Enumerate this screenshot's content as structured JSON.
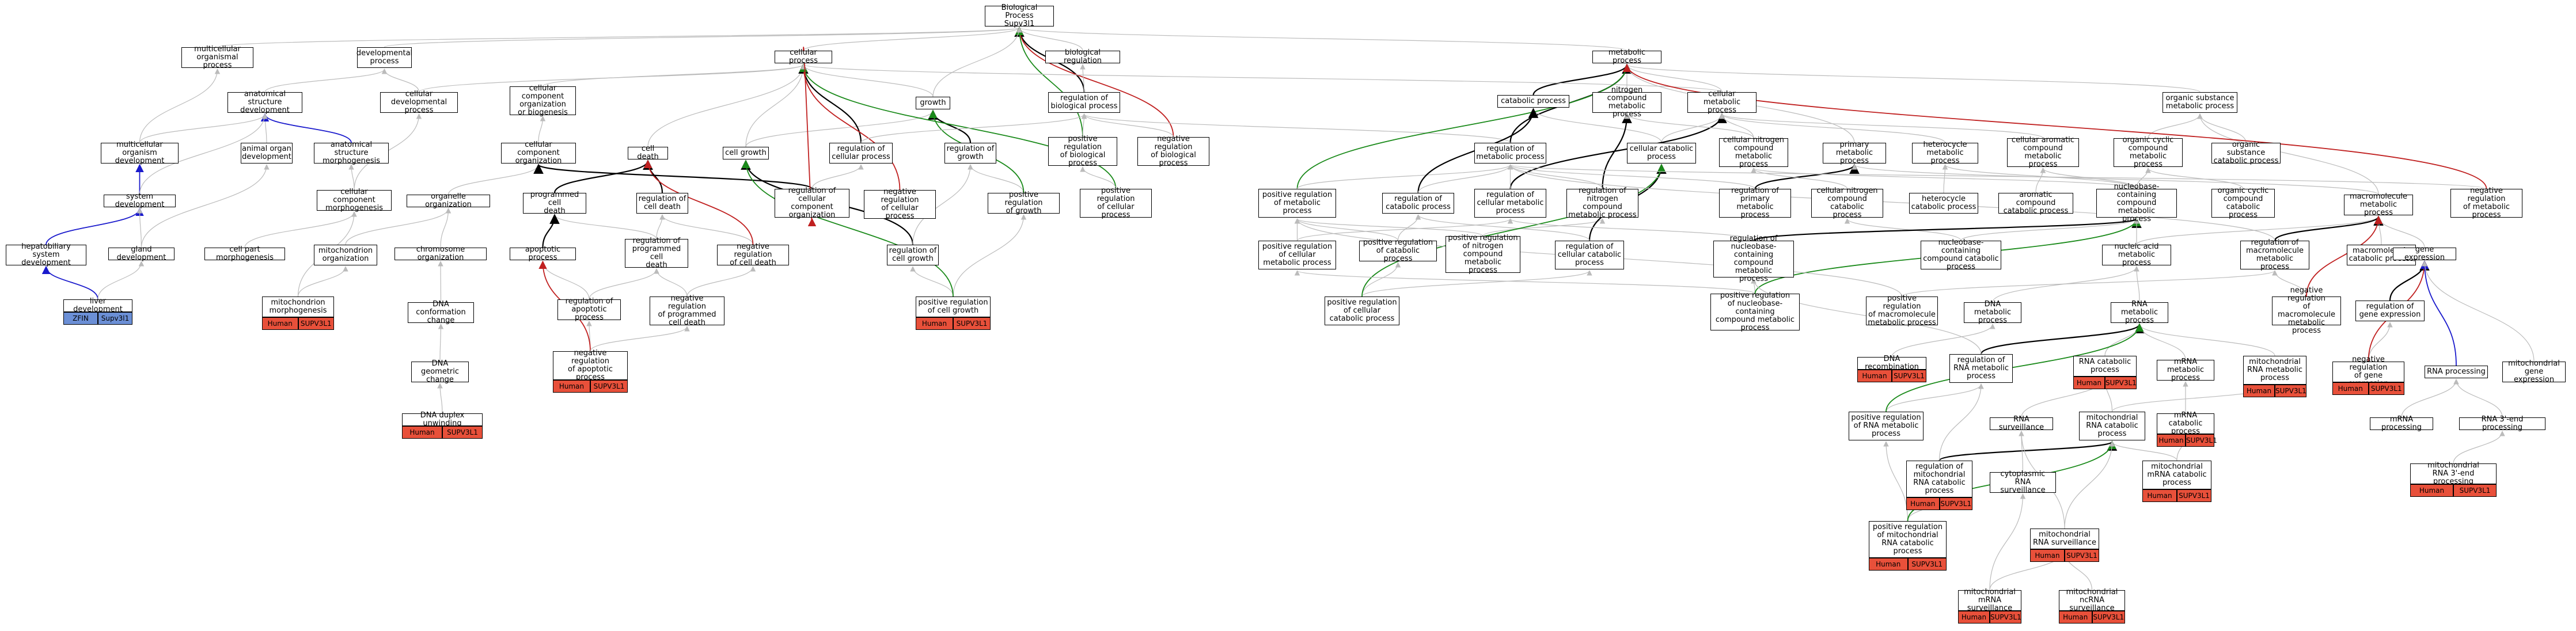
{
  "colors": {
    "edge_gray": "#bbbbbb",
    "edge_black": "#000000",
    "edge_red": "#c02020",
    "edge_green": "#1a8a1a",
    "edge_blue": "#1a1acc",
    "tag_red": "#e8503a",
    "tag_blue": "#6b8fd6"
  },
  "nodes": {
    "n_bio": "Biological Process\nSupv3l1",
    "n_cellproc": "cellular process",
    "n_metab": "metabolic process",
    "n_multi": "multicellular\norganismal process",
    "n_dev": "developmental\nprocess",
    "n_anat": "anatomical structure\ndevelopment",
    "n_celldev": "cellular developmental\nprocess",
    "n_multidev": "multicellular\norganism development",
    "n_animal": "animal organ\ndevelopment",
    "n_anatmorph": "anatomical structure\nmorphogenesis",
    "n_sysdev": "system development",
    "n_ccmorph": "cellular component\nmorphogenesis",
    "n_hepato": "hepatobiliary\nsystem development",
    "n_gland": "gland development",
    "n_cellpart": "cell part morphogenesis",
    "n_liver": "liver development",
    "n_ccobg": "cellular component\norganization\nor biogenesis",
    "n_ccorg": "cellular component\norganization",
    "n_orgorg": "organelle organization",
    "n_mitoorg": "mitochondrion\norganization",
    "n_chrom": "chromosome organization",
    "n_mitomorph": "mitochondrion\nmorphogenesis",
    "n_dnaconf": "DNA conformation\nchange",
    "n_dnageo": "DNA geometric\nchange",
    "n_dnaunw": "DNA duplex unwinding",
    "n_celldeath": "cell death",
    "n_pcd": "programmed cell\ndeath",
    "n_regcd": "regulation of\ncell death",
    "n_regpcd": "regulation of\nprogrammed cell\ndeath",
    "n_apop": "apoptotic process",
    "n_negcd": "negative regulation\nof cell death",
    "n_regapop": "regulation of\napoptotic process",
    "n_negpcd": "negative regulation\nof programmed\ncell death",
    "n_negapop": "negative regulation\nof apoptotic\nprocess",
    "n_growth": "growth",
    "n_cellgrowth": "cell growth",
    "n_reggrowth": "regulation of\ngrowth",
    "n_regcellproc": "regulation of\ncellular process",
    "n_regccorg": "regulation of\ncellular component\norganization",
    "n_negcellproc": "negative regulation\nof cellular\nprocess",
    "n_posgrowth": "positive regulation\nof growth",
    "n_regcg": "regulation of\ncell growth",
    "n_poscg": "positive regulation\nof cell growth",
    "n_biareg": "biological regulation",
    "n_regbio": "regulation of\nbiological process",
    "n_posbio": "positive regulation\nof biological\nprocess",
    "n_negbio": "negative regulation\nof biological\nprocess",
    "n_poscellproc": "positive regulation\nof cellular\nprocess",
    "n_catab": "catabolic process",
    "n_nitro": "nitrogen compound\nmetabolic process",
    "n_cellmet": "cellular metabolic\nprocess",
    "n_regmet": "regulation of\nmetabolic process",
    "n_cellcat": "cellular catabolic\nprocess",
    "n_posmet": "positive regulation\nof metabolic\nprocess",
    "n_regcat": "regulation of\ncatabolic process",
    "n_regcellmet": "regulation of\ncellular metabolic\nprocess",
    "n_regnitro": "regulation of\nnitrogen compound\nmetabolic process",
    "n_poscellmet": "positive regulation\nof cellular\nmetabolic process",
    "n_poscat": "positive regulation\nof catabolic\nprocess",
    "n_posnitro": "positive regulation\nof nitrogen\ncompound metabolic\nprocess",
    "n_regcellcat": "regulation of\ncellular catabolic\nprocess",
    "n_poscellcat": "positive regulation\nof cellular\ncatabolic process",
    "n_cellnitro": "cellular nitrogen\ncompound metabolic\nprocess",
    "n_primary": "primary metabolic\nprocess",
    "n_heterocycle": "heterocycle\nmetabolic process",
    "n_aromatic": "cellular aromatic\ncompound metabolic\nprocess",
    "n_orgcyclic": "organic cyclic\ncompound metabolic\nprocess",
    "n_orgsub": "organic substance\nmetabolic process",
    "n_regprim": "regulation of\nprimary metabolic\nprocess",
    "n_cellnitrocat": "cellular nitrogen\ncompound catabolic\nprocess",
    "n_hetcat": "heterocycle\ncatabolic process",
    "n_aromcat": "aromatic compound\ncatabolic process",
    "n_nucleo": "nucleobase-containing\ncompound metabolic\nprocess",
    "n_orgcycliccat": "organic cyclic\ncompound catabolic\nprocess",
    "n_orgsubcat": "organic substance\ncatabolic process",
    "n_macro": "macromolecule\nmetabolic process",
    "n_negmet": "negative regulation\nof metabolic\nprocess",
    "n_nucleocat": "nucleobase-containing\ncompound catabolic\nprocess",
    "n_regnucleo": "regulation of\nnucleobase-containing\ncompound metabolic\nprocess",
    "n_posnucleo": "positive regulation\nof nucleobase-containing\ncompound metabolic\nprocess",
    "n_nucacid": "nucleic acid\nmetabolic process",
    "n_regmacro": "regulation of\nmacromolecule\nmetabolic process",
    "n_macrocat": "macromolecule\ncatabolic process",
    "n_genexp": "gene expression",
    "n_posmacro": "positive regulation\nof macromolecule\nmetabolic process",
    "n_dnamet": "DNA metabolic\nprocess",
    "n_rnamet": "RNA metabolic\nprocess",
    "n_negmacro": "negative regulation\nof macromolecule\nmetabolic process",
    "n_reggenexp": "regulation of\ngene expression",
    "n_dnarecomb": "DNA recombination",
    "n_regrna": "regulation of\nRNA metabolic\nprocess",
    "n_rnacat": "RNA catabolic\nprocess",
    "n_mrnamet": "mRNA metabolic\nprocess",
    "n_mitornamet": "mitochondrial\nRNA metabolic\nprocess",
    "n_neggenexp": "negative regulation\nof gene expression",
    "n_rnaproc": "RNA processing",
    "n_mitogenexp": "mitochondrial\ngene expression",
    "n_posrna": "positive regulation\nof RNA metabolic\nprocess",
    "n_rnasurv": "RNA surveillance",
    "n_mitornacat": "mitochondrial\nRNA catabolic\nprocess",
    "n_mrnacat": "mRNA catabolic\nprocess",
    "n_mrnaproc": "mRNA processing",
    "n_rna3end": "RNA 3'-end processing",
    "n_regmitornacat": "regulation of\nmitochondrial\nRNA catabolic\nprocess",
    "n_cytosurv": "cytoplasmic\nRNA surveillance",
    "n_mitorna3end": "mitochondrial\nRNA 3'-end processing",
    "n_mitomrnacat": "mitochondrial\nmRNA catabolic\nprocess",
    "n_posmitornacat": "positive regulation\nof mitochondrial\nRNA catabolic\nprocess",
    "n_mitornasurv": "mitochondrial\nRNA surveillance",
    "n_mitomrnasurv": "mitochondrial\nmRNA surveillance",
    "n_mitoncrnasurv": "mitochondrial\nncRNA surveillance"
  },
  "tags": {
    "human": "Human",
    "gene_upper": "SUPV3L1",
    "zfish": "ZFIN",
    "gene_lower": "Supv3l1"
  }
}
